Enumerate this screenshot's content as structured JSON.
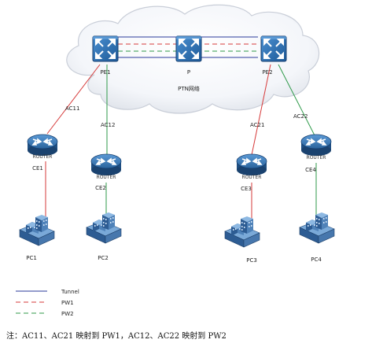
{
  "network": {
    "cloud_label": "PTN网络",
    "nodes": {
      "pe1": "PE1",
      "p": "P",
      "pe2": "PE2",
      "ce1": "CE1",
      "ce2": "CE2",
      "ce3": "CE3",
      "ce4": "CE4",
      "pc1": "PC1",
      "pc2": "PC2",
      "pc3": "PC3",
      "pc4": "PC4"
    },
    "router_text": "ROUTER",
    "links": {
      "ac11": "AC11",
      "ac12": "AC12",
      "ac21": "AC21",
      "ac22": "AC22"
    }
  },
  "legend": {
    "tunnel": "Tunnel",
    "pw1": "PW1",
    "pw2": "PW2"
  },
  "colors": {
    "tunnel": "#2a3a9a",
    "pw1": "#d63a3a",
    "pw2": "#2f9a4a",
    "switch": "#2b6fb0",
    "router": "#2d6aa3"
  },
  "footnote": "注：AC11、AC21 映射到 PW1，AC12、AC22 映射到 PW2"
}
